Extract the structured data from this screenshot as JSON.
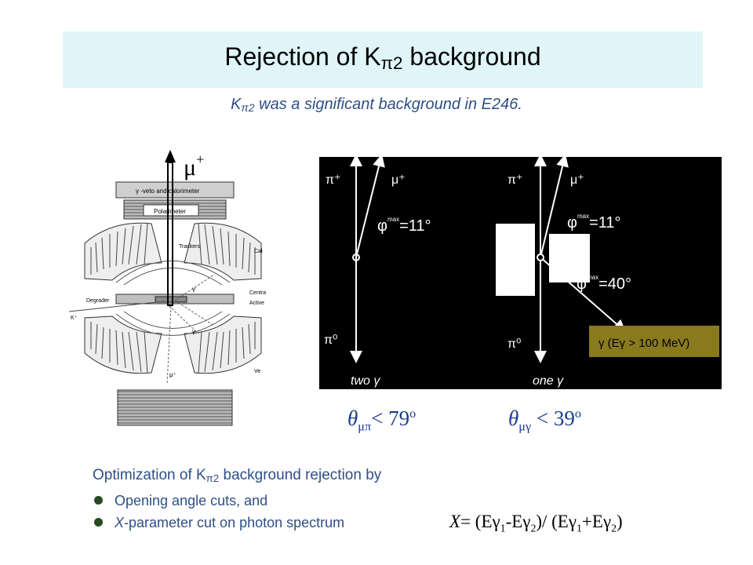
{
  "header": {
    "title_pre": "Rejection of K",
    "title_sub": "π2",
    "title_post": " background"
  },
  "subtitle": {
    "pre": "K",
    "sub": "π2",
    "post": " was a significant background in E246."
  },
  "detector": {
    "muon_label": "μ",
    "muon_sup": "+",
    "veto_label": "γ -veto and calorimeter",
    "polarimeter_label": "Polarimeter",
    "trackers_label": "Trackers",
    "cal_label": "Cal",
    "degrader_label": "Degrader",
    "central_label": "Centra",
    "active_label": "Active",
    "kaon_label": "K⁺",
    "gamma_label": "γ",
    "muon_lower_label": "μ⁺",
    "veto_side_label": "Ve"
  },
  "kinematics": {
    "left": {
      "pion_label": "π⁺",
      "muon_label": "μ⁺",
      "phi_label": "φ",
      "phi_sup": "max",
      "phi_value": "=11°",
      "pi0_label": "π⁰",
      "bottom_label": "two γ"
    },
    "right": {
      "pion_label": "π⁺",
      "muon_label": "μ⁺",
      "phi_label": "φ",
      "phi_sup": "max",
      "phi_value": "=11°",
      "psi_label": "φ",
      "psi_sup": "max",
      "psi_value": "=40°",
      "pi0_label": "π⁰",
      "bottom_label": "one γ",
      "gamma_box": "γ (Eγ > 100 MeV)"
    }
  },
  "angles": {
    "mu_pi": {
      "theta": "θ",
      "sub": "μπ",
      "value": "< 79",
      "unit": "o"
    },
    "mu_gamma": {
      "theta": "θ",
      "sub": "μγ",
      "value": " < 39",
      "unit": "o"
    }
  },
  "optimization": {
    "heading_pre": "Optimization of K",
    "heading_sub": "π2",
    "heading_post": " background rejection by",
    "bullet1": "Opening angle cuts, and",
    "bullet2_x": "X",
    "bullet2_rest": "-parameter cut on photon spectrum"
  },
  "formula": {
    "x": "X",
    "rest": "= (Eγ",
    "s1": "1",
    "m": "-Eγ",
    "s2": "2",
    "mid": ")/ (Eγ",
    "s3": "1",
    "p": "+Eγ",
    "s4": "2",
    "end": ")"
  },
  "colors": {
    "title_bg": "#dff5f8",
    "text_blue": "#2e4f86",
    "angle_blue": "#1a3d8c",
    "box_olive": "#8a7a1e",
    "bullet_green": "#254a22"
  }
}
